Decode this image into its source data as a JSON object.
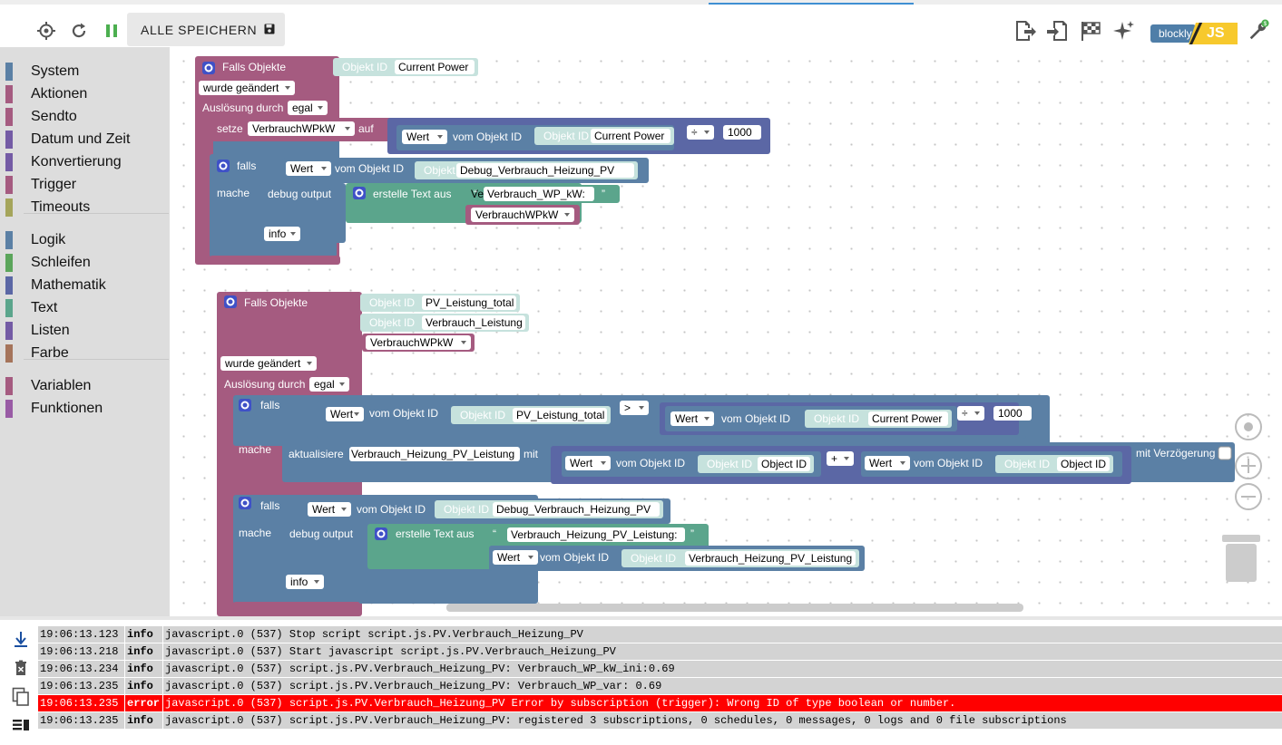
{
  "toolbar": {
    "save_label": "ALLE SPEICHERN",
    "logo_left": "blockly",
    "logo_right": "JS"
  },
  "toolbox": {
    "categories": [
      {
        "label": "System",
        "color": "#5b80a5"
      },
      {
        "label": "Aktionen",
        "color": "#a55b80"
      },
      {
        "label": "Sendto",
        "color": "#a55b80"
      },
      {
        "label": "Datum und Zeit",
        "color": "#745ba5"
      },
      {
        "label": "Konvertierung",
        "color": "#745ba5"
      },
      {
        "label": "Trigger",
        "color": "#a55b80"
      },
      {
        "label": "Timeouts",
        "color": "#a5a55b"
      },
      {
        "label": "Logik",
        "color": "#5b80a5"
      },
      {
        "label": "Schleifen",
        "color": "#5ba55b"
      },
      {
        "label": "Mathematik",
        "color": "#5b67a5"
      },
      {
        "label": "Text",
        "color": "#5ba58c"
      },
      {
        "label": "Listen",
        "color": "#745ba5"
      },
      {
        "label": "Farbe",
        "color": "#a5745b"
      },
      {
        "label": "Variablen",
        "color": "#a55b80"
      },
      {
        "label": "Funktionen",
        "color": "#995ba5"
      }
    ]
  },
  "blocks": {
    "b1_falls_objekte": "Falls Objekte",
    "b1_objekt_id": "Objekt ID",
    "b1_current_power": "Current Power",
    "b1_wurde_geaendert": "wurde geändert",
    "b1_ausloesung": "Auslösung durch",
    "b1_egal": "egal",
    "b1_setze": "setze",
    "b1_var": "VerbrauchWPkW",
    "b1_auf": "auf",
    "b1_wert": "Wert",
    "b1_vom_objekt_id": "vom Objekt ID",
    "b1_objekt_id2": "Objekt ID",
    "b1_current_power2": "Current Power",
    "b1_div": "÷",
    "b1_1000": "1000",
    "b1_falls": "falls",
    "b1_wert2": "Wert",
    "b1_vom_objekt_id2": "vom Objekt ID",
    "b1_objekt_id3": "Objekt ID",
    "b1_debug_id": "Debug_Verbrauch_Heizung_PV",
    "b1_mache": "mache",
    "b1_debug_output": "debug output",
    "b1_erstelle_text": "erstelle Text aus",
    "b1_text_lit": "Verbrauch_WP_kW:",
    "b1_var2": "VerbrauchWPkW",
    "b1_info": "info",
    "b2_falls_objekte": "Falls Objekte",
    "b2_objekt_id1": "Objekt ID",
    "b2_pv_total": "PV_Leistung_total",
    "b2_objekt_id2": "Objekt ID",
    "b2_verbrauch_leistung": "Verbrauch_Leistung",
    "b2_var": "VerbrauchWPkW",
    "b2_wurde_geaendert": "wurde geändert",
    "b2_ausloesung": "Auslösung durch",
    "b2_egal": "egal",
    "b2_falls": "falls",
    "b2_wert1": "Wert",
    "b2_vom1": "vom Objekt ID",
    "b2_objekt_id3": "Objekt ID",
    "b2_pv_total2": "PV_Leistung_total",
    "b2_gt": ">",
    "b2_wert2": "Wert",
    "b2_vom2": "vom Objekt ID",
    "b2_objekt_id4": "Objekt ID",
    "b2_current_power": "Current Power",
    "b2_div": "÷",
    "b2_1000": "1000",
    "b2_mache": "mache",
    "b2_aktualisiere": "aktualisiere",
    "b2_upd_target": "Verbrauch_Heizung_PV_Leistung",
    "b2_mit": "mit",
    "b2_wert3": "Wert",
    "b2_vom3": "vom Objekt ID",
    "b2_objekt_id5": "Objekt ID",
    "b2_object_id1": "Object ID",
    "b2_plus": "+",
    "b2_wert4": "Wert",
    "b2_vom4": "vom Objekt ID",
    "b2_objekt_id6": "Objekt ID",
    "b2_object_id2": "Object ID",
    "b2_mit_verzoegerung": "mit Verzögerung",
    "b2_falls2": "falls",
    "b2_wert5": "Wert",
    "b2_vom5": "vom Objekt ID",
    "b2_objekt_id7": "Objekt ID",
    "b2_debug_id": "Debug_Verbrauch_Heizung_PV",
    "b2_mache2": "mache",
    "b2_debug_output": "debug output",
    "b2_erstelle_text": "erstelle Text aus",
    "b2_text_lit": "Verbrauch_Heizung_PV_Leistung:",
    "b2_wert6": "Wert",
    "b2_vom6": "vom Objekt ID",
    "b2_objekt_id8": "Objekt ID",
    "b2_vhpl": "Verbrauch_Heizung_PV_Leistung",
    "b2_info": "info"
  },
  "log": {
    "rows": [
      {
        "time": "19:06:13.123",
        "severity": "info",
        "message": "javascript.0 (537) Stop script script.js.PV.Verbrauch_Heizung_PV"
      },
      {
        "time": "19:06:13.218",
        "severity": "info",
        "message": "javascript.0 (537) Start javascript script.js.PV.Verbrauch_Heizung_PV"
      },
      {
        "time": "19:06:13.234",
        "severity": "info",
        "message": "javascript.0 (537) script.js.PV.Verbrauch_Heizung_PV: Verbrauch_WP_kW_ini:0.69"
      },
      {
        "time": "19:06:13.235",
        "severity": "info",
        "message": "javascript.0 (537) script.js.PV.Verbrauch_Heizung_PV: Verbrauch_WP_var: 0.69"
      },
      {
        "time": "19:06:13.235",
        "severity": "error",
        "message": "javascript.0 (537) script.js.PV.Verbrauch_Heizung_PV Error by subscription (trigger): Wrong ID of type boolean or number."
      },
      {
        "time": "19:06:13.235",
        "severity": "info",
        "message": "javascript.0 (537) script.js.PV.Verbrauch_Heizung_PV: registered 3 subscriptions, 0 schedules, 0 messages, 0 logs and 0 file subscriptions"
      }
    ]
  },
  "colors": {
    "trigger": "#a55b80",
    "logic": "#5b80a5",
    "math": "#5b67a5",
    "text": "#5ba58c",
    "objid": "#c6e2dd",
    "error": "#ff0000"
  }
}
